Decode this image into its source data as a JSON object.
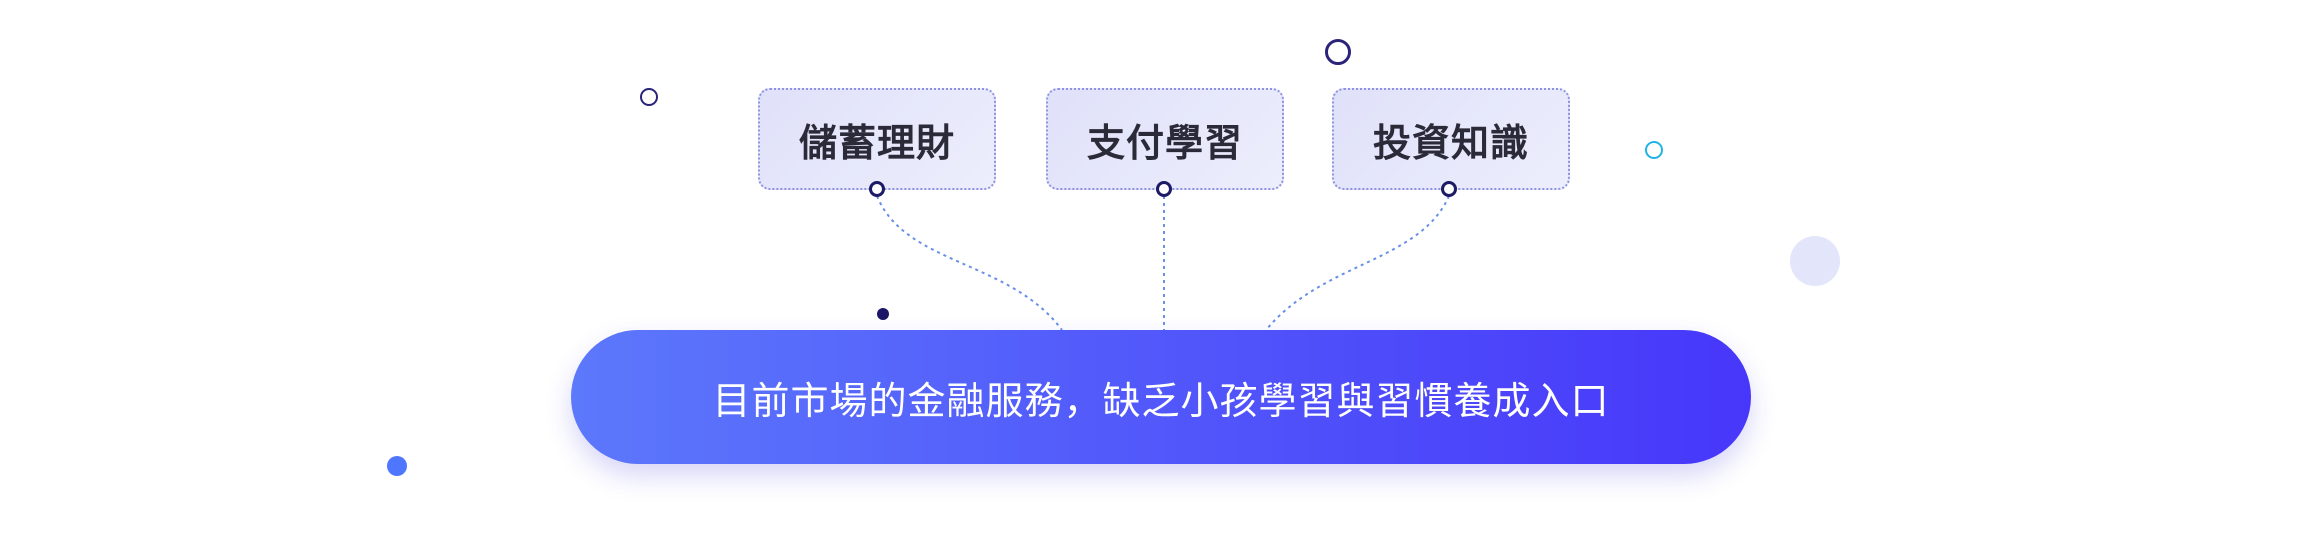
{
  "topics": [
    {
      "id": "savings",
      "label": "儲蓄理財"
    },
    {
      "id": "payment",
      "label": "支付學習"
    },
    {
      "id": "invest",
      "label": "投資知識"
    }
  ],
  "banner": {
    "text": "目前市場的金融服務，缺乏小孩學習與習慣養成入口"
  },
  "colors": {
    "banner_start": "#5c78fb",
    "banner_end": "#4737fa",
    "box_fill": "#e3e4fb",
    "box_border": "#8f93df",
    "connector": "#6a8fe8",
    "anchor_ring": "#1d1a66",
    "accent_cyan": "#22b3e6",
    "accent_blue": "#4f76ff"
  }
}
